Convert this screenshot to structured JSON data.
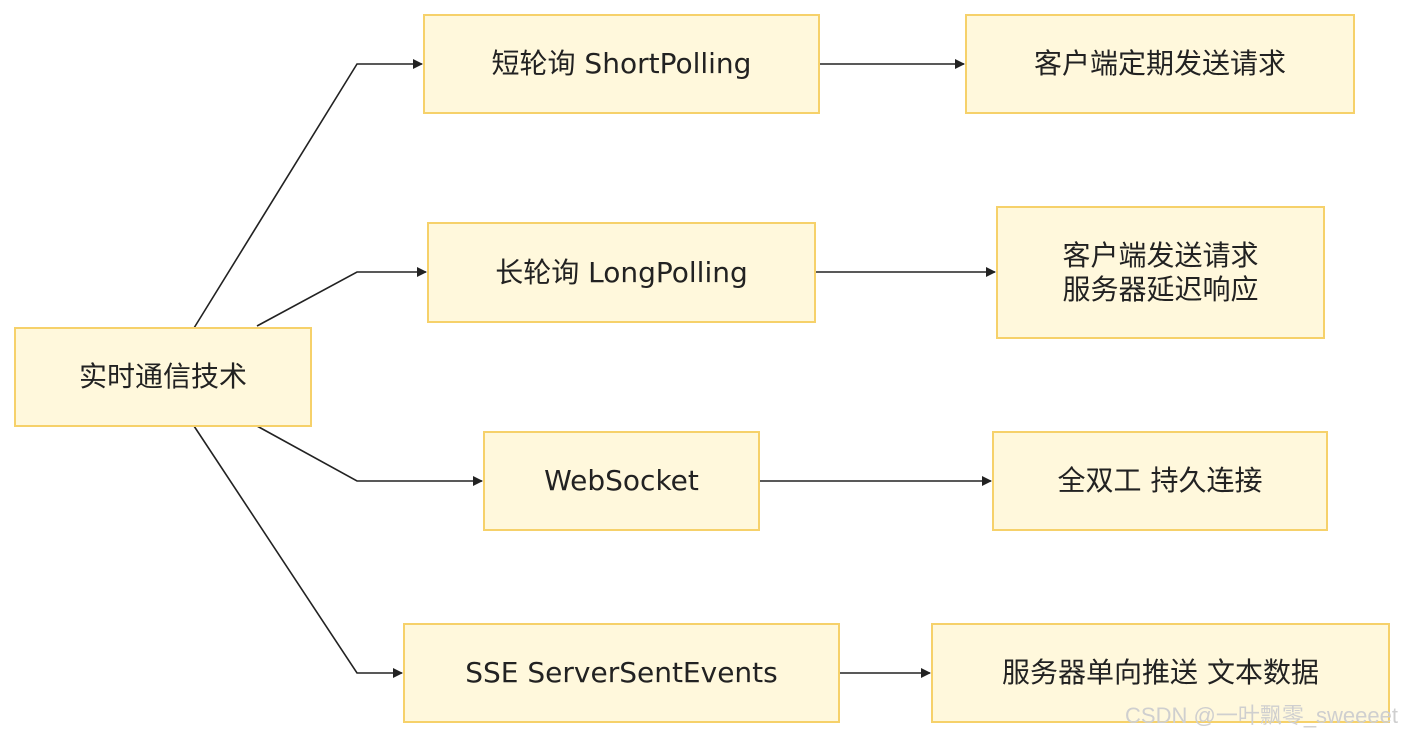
{
  "diagram": {
    "root": {
      "label": "实时通信技术"
    },
    "branches": [
      {
        "label": "短轮询 ShortPolling",
        "detail_lines": [
          "客户端定期发送请求"
        ]
      },
      {
        "label": "长轮询 LongPolling",
        "detail_lines": [
          "客户端发送请求",
          "服务器延迟响应"
        ]
      },
      {
        "label": "WebSocket",
        "detail_lines": [
          "全双工 持久连接"
        ]
      },
      {
        "label": "SSE ServerSentEvents",
        "detail_lines": [
          "服务器单向推送 文本数据"
        ]
      }
    ],
    "colors": {
      "node_fill": "#fff8dc",
      "node_border": "#f6d16a",
      "edge": "#222222"
    }
  },
  "watermark": "CSDN @一叶飘零_sweeeet"
}
